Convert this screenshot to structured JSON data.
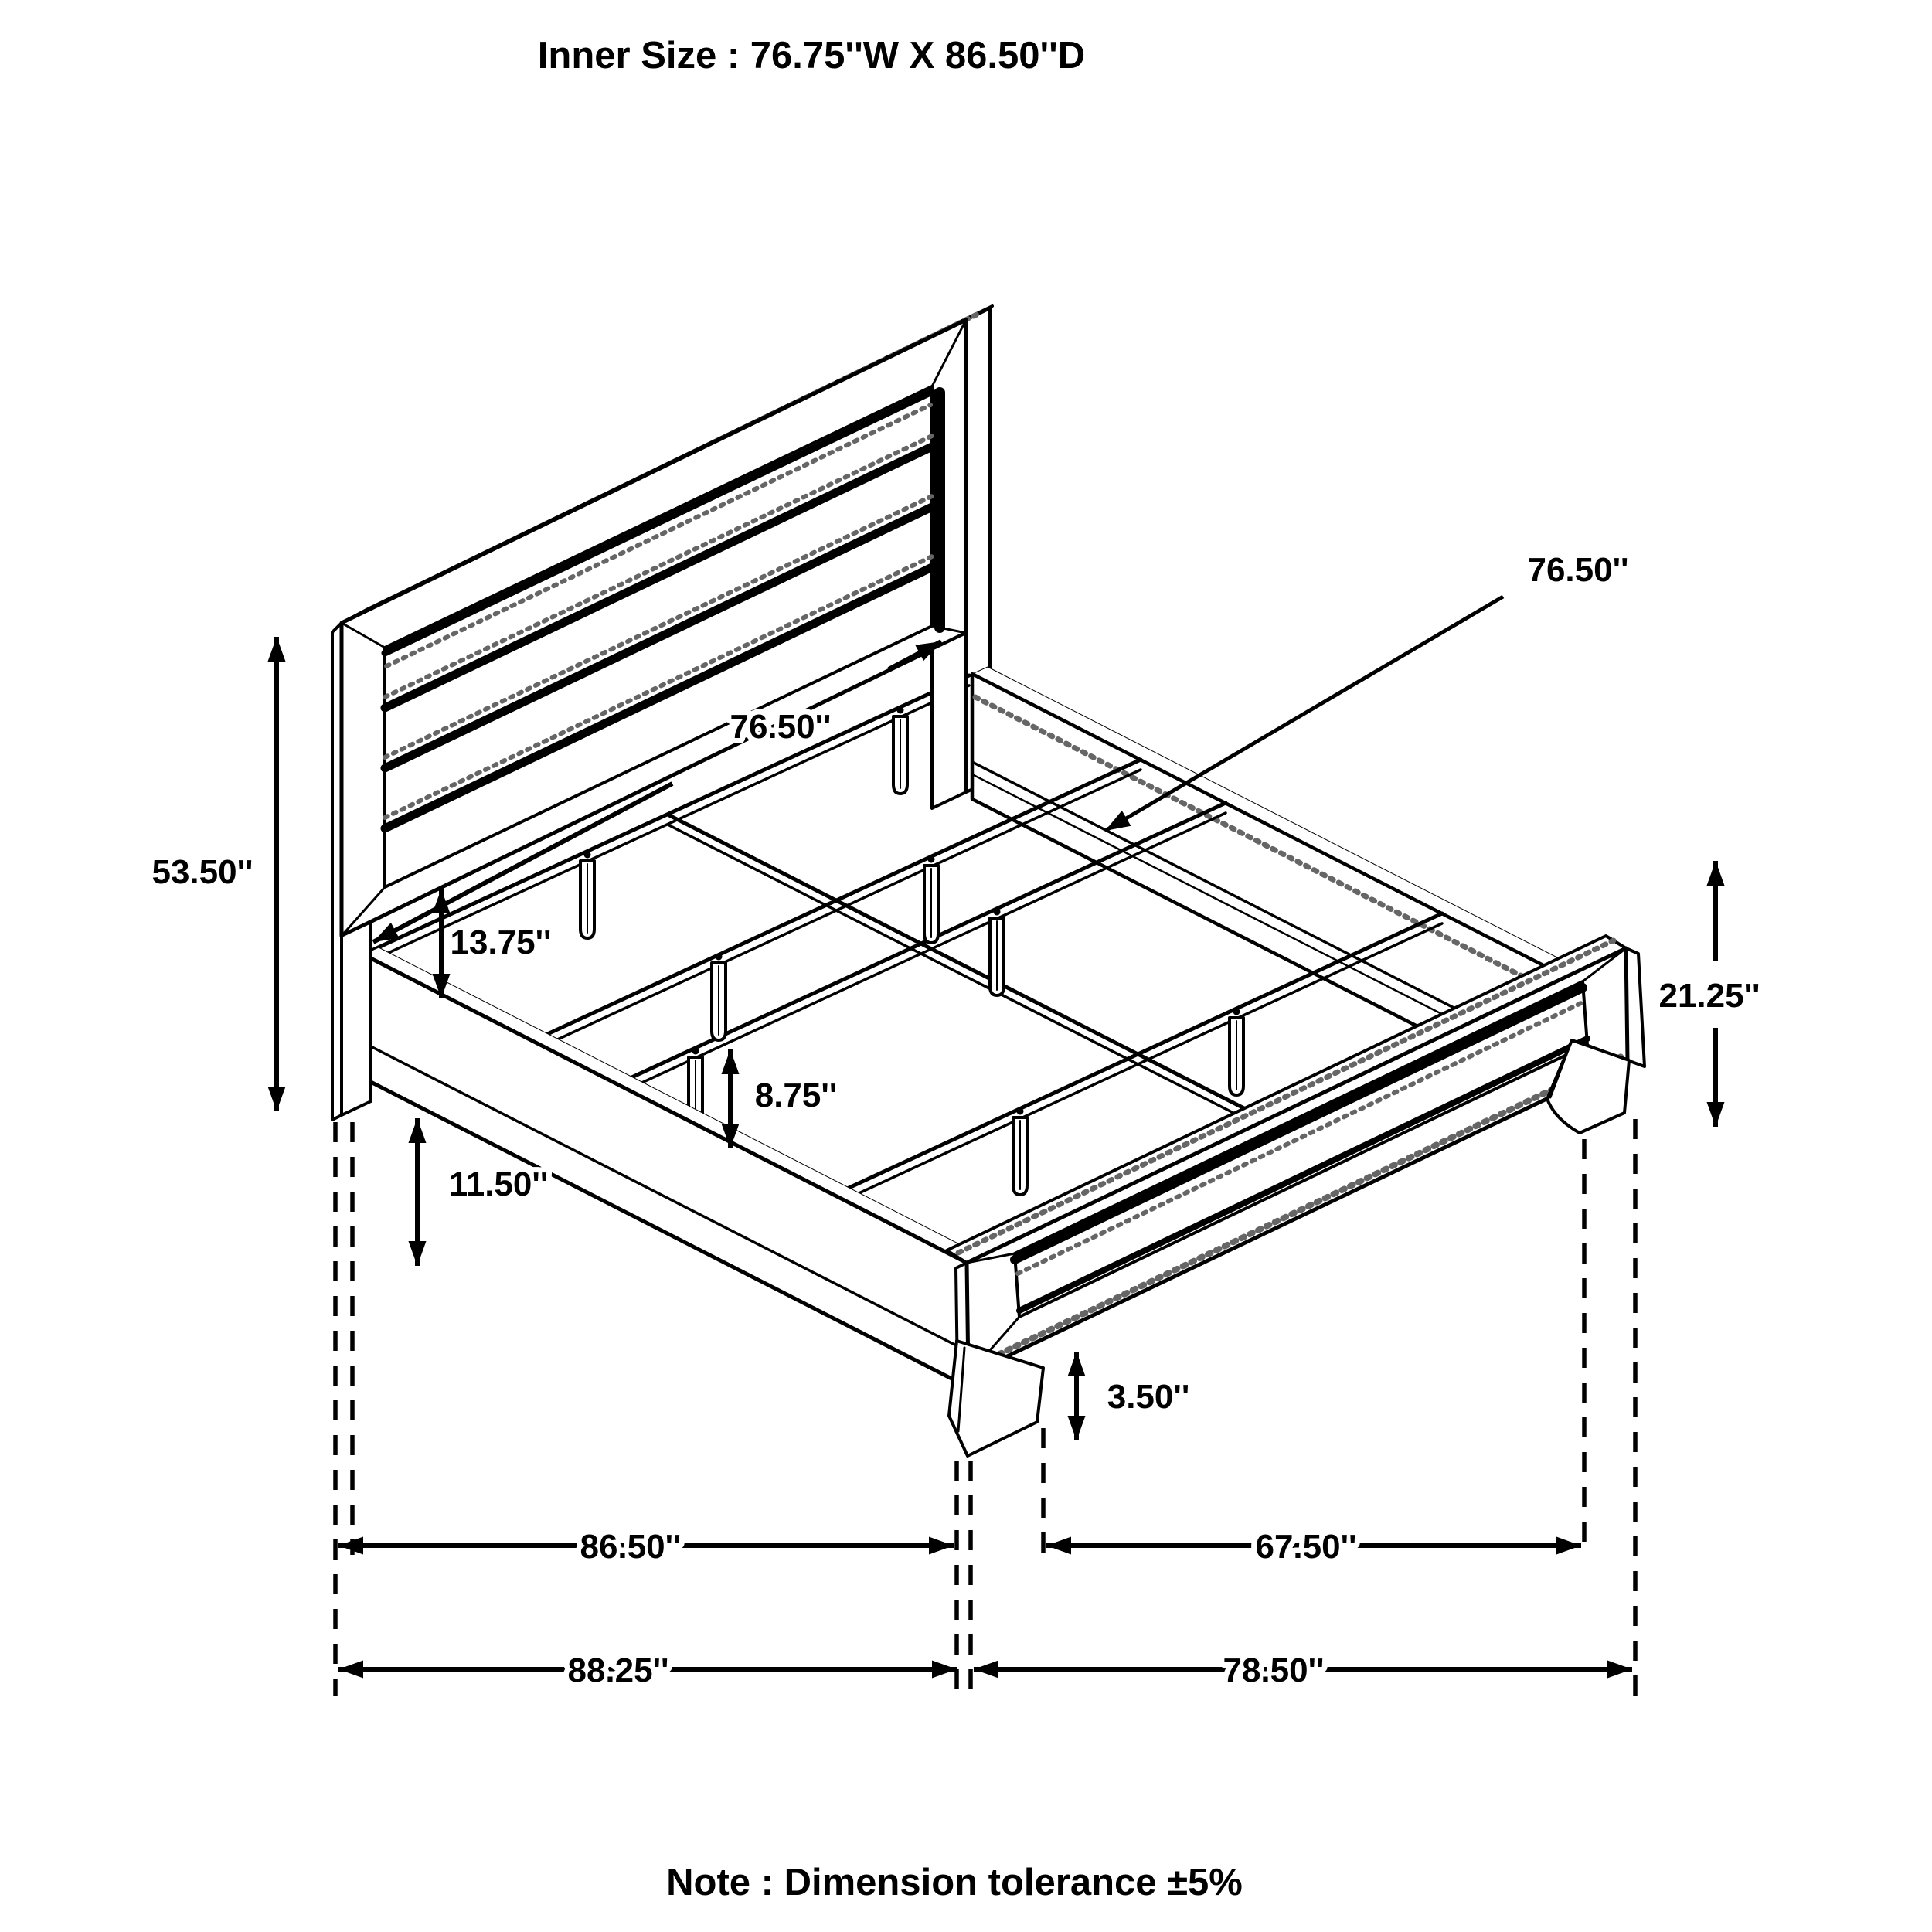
{
  "title": "Inner Size : 76.75''W X 86.50''D",
  "note": "Note : Dimension tolerance ±5%",
  "dimensions": {
    "width_top": "76.50''",
    "width_mid": "76.50''",
    "headboard_height": "53.50''",
    "slat_offset": "13.75''",
    "support_leg_height": "8.75''",
    "rail_height": "11.50''",
    "footboard_height": "21.25''",
    "foot_height": "3.50''",
    "rail_length": "86.50''",
    "footboard_span": "67.50''",
    "overall_depth": "88.25''",
    "overall_width": "78.50''"
  },
  "colors": {
    "line": "#000000",
    "stipple": "#666666",
    "background": "#ffffff"
  }
}
